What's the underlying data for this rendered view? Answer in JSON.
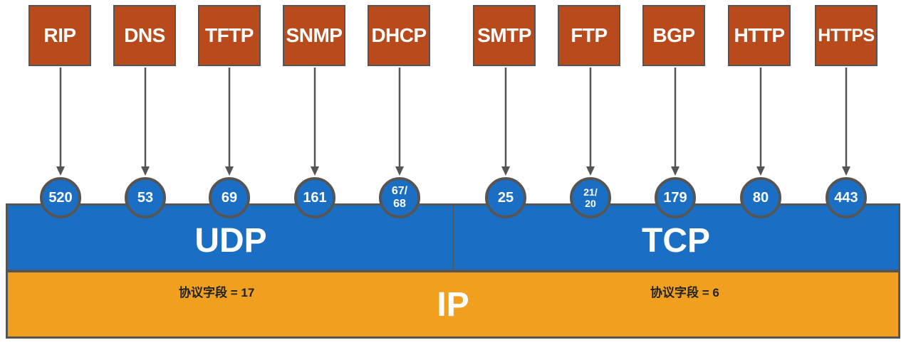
{
  "udp": {
    "label": "UDP",
    "protocols": [
      {
        "name": "RIP",
        "port": "520"
      },
      {
        "name": "DNS",
        "port": "53"
      },
      {
        "name": "TFTP",
        "port": "69"
      },
      {
        "name": "SNMP",
        "port": "161"
      },
      {
        "name": "DHCP",
        "port": "67/\n68"
      }
    ]
  },
  "tcp": {
    "label": "TCP",
    "protocols": [
      {
        "name": "SMTP",
        "port": "25"
      },
      {
        "name": "FTP",
        "port": "21/\n20"
      },
      {
        "name": "BGP",
        "port": "179"
      },
      {
        "name": "HTTP",
        "port": "80"
      },
      {
        "name": "HTTPS",
        "port": "443"
      }
    ]
  },
  "ip": {
    "label": "IP",
    "udp_protocol_field": "协议字段 = 17",
    "tcp_protocol_field": "协议字段 = 6"
  },
  "colors": {
    "application": "#b84a1c",
    "transport": "#1a6fc4",
    "network": "#f0a01e",
    "border": "#555555"
  }
}
